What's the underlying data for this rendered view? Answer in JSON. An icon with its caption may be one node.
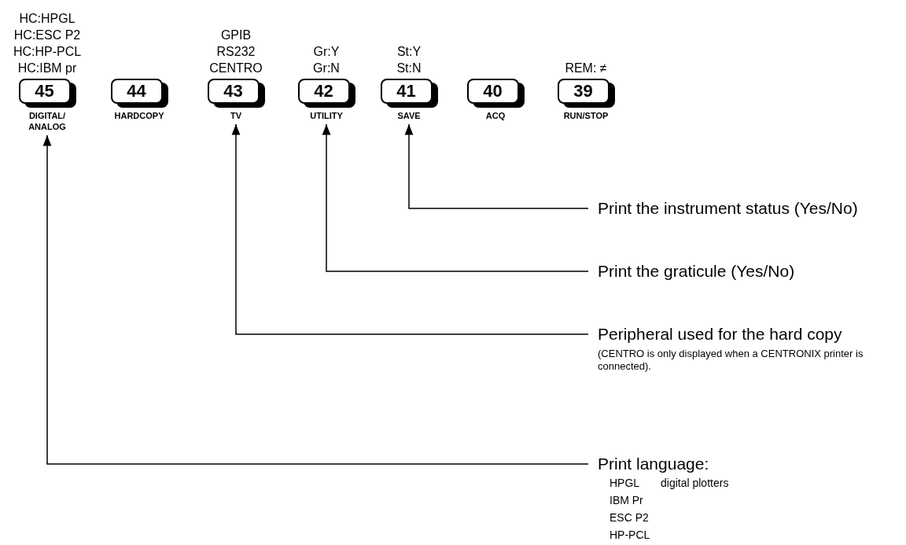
{
  "diagram": {
    "nodes": [
      {
        "text": [
          "45"
        ],
        "beside": [
          "HC:HPGL",
          "HC:ESC P2",
          "HC:HP-PCL",
          "HC:IBM pr",
          "DIGITAL/ ANALOG"
        ]
      },
      {
        "text": [
          "44"
        ],
        "beside": [
          "HARDCOPY"
        ]
      },
      {
        "text": [
          "43"
        ],
        "beside": [
          "GPIB",
          "RS232",
          "CENTRO",
          "TV"
        ]
      },
      {
        "text": [
          "42"
        ],
        "beside": [
          "Gr:Y",
          "Gr:N",
          "UTILITY"
        ]
      },
      {
        "text": [
          "41"
        ],
        "beside": [
          "St:Y",
          "St:N",
          "SAVE"
        ]
      },
      {
        "text": [
          "40"
        ],
        "beside": [
          "ACQ"
        ]
      },
      {
        "text": [
          "39"
        ],
        "beside": [
          "REM: ≠",
          "RUN/STOP"
        ]
      },
      {
        "text": [
          "Print the instrument status (Yes/No)"
        ]
      },
      {
        "text": [
          "Print the graticule (Yes/No)"
        ]
      },
      {
        "text": [
          "Peripheral used for the hard copy",
          "(CENTRO is only displayed when a CENTRONIX printer is connected)."
        ]
      },
      {
        "text": [
          "Print language:"
        ]
      }
    ],
    "edges": [
      {
        "from": 7,
        "to": 4,
        "arrow": "to"
      },
      {
        "from": 8,
        "to": 3,
        "arrow": "to"
      },
      {
        "from": 9,
        "to": 2,
        "arrow": "to"
      },
      {
        "from": 10,
        "to": 0,
        "arrow": "to"
      }
    ],
    "labels": [
      "HPGL",
      "digital plotters",
      "IBM Pr",
      "ESC P2",
      "HP-PCL"
    ]
  }
}
